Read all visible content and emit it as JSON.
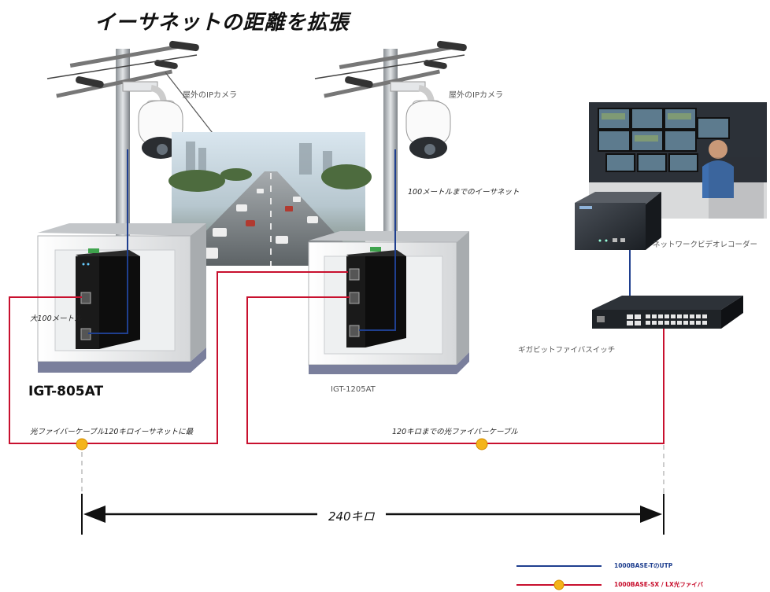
{
  "title": "イーサネットの距離を拡張",
  "camera_left_label": "屋外のIPカメラ",
  "camera_right_label": "屋外のIPカメラ",
  "utp_100m_label": "100メートルまでのイーサネット",
  "nvr_label": "ネットワークビデオレコーダー",
  "max_100m_label": "大100メートル",
  "switch_label": "ギガビットファイバスイッチ",
  "model_left": "IGT-805AT",
  "model_right": "IGT-1205AT",
  "fiber_left_label": "光ファイバーケーブル120キロイーサネットに最",
  "fiber_right_label": "120キロまでの光ファイバーケーブル",
  "distance_label": "240キロ",
  "legend": {
    "utp_label": "1000BASE-TのUTP",
    "fiber_label": "1000BASE-SX / LX光ファイバ",
    "utp_color": "#1f3f8f",
    "fiber_color": "#c8102e"
  },
  "icons": [
    "ip-camera-icon",
    "utility-pole-icon",
    "media-converter-icon",
    "network-video-recorder-icon",
    "fiber-switch-icon",
    "fiber-connector-icon"
  ]
}
